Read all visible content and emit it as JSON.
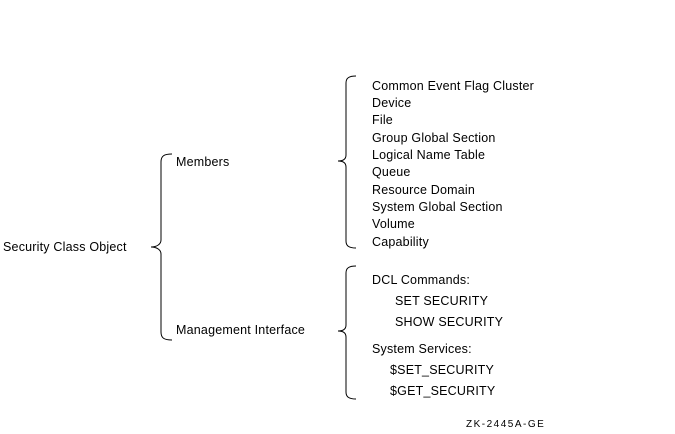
{
  "root": {
    "label": "Security Class Object"
  },
  "members": {
    "label": "Members",
    "items": [
      "Common Event Flag Cluster",
      "Device",
      "File",
      "Group Global Section",
      "Logical Name Table",
      "Queue",
      "Resource Domain",
      "System Global Section",
      "Volume",
      "Capability"
    ]
  },
  "management": {
    "label": "Management Interface",
    "dcl_heading": "DCL Commands:",
    "dcl_items": [
      "SET SECURITY",
      "SHOW SECURITY"
    ],
    "services_heading": "System Services:",
    "services_items": [
      "$SET_SECURITY",
      "$GET_SECURITY"
    ]
  },
  "figure_id": "ZK-2445A-GE"
}
